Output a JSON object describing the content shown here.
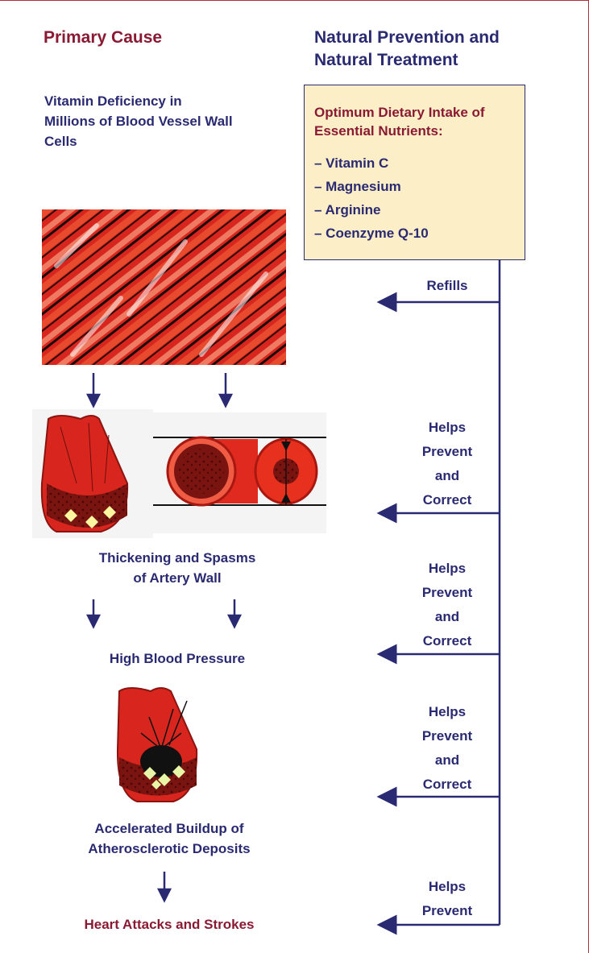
{
  "headers": {
    "left": "Primary Cause",
    "right_line1": "Natural Prevention and",
    "right_line2": "Natural Treatment"
  },
  "primary": {
    "line1": "Vitamin Deficiency in",
    "line2": "Millions of Blood Vessel Wall",
    "line3": "Cells"
  },
  "nutrient_box": {
    "title_line1": "Optimum Dietary Intake of",
    "title_line2": "Essential Nutrients:",
    "items": [
      "– Vitamin C",
      "– Magnesium",
      "– Arginine",
      "– Coenzyme Q-10"
    ]
  },
  "stages": {
    "thickening_line1": "Thickening and Spasms",
    "thickening_line2": "of Artery Wall",
    "high_bp": "High Blood Pressure",
    "buildup_line1": "Accelerated Buildup of",
    "buildup_line2": "Atherosclerotic Deposits",
    "final": "Heart Attacks and Strokes"
  },
  "actions": {
    "refills": "Refills",
    "a1": [
      "Helps",
      "Prevent",
      "and",
      "Correct"
    ],
    "a2": [
      "Helps",
      "Prevent",
      "and",
      "Correct"
    ],
    "a3": [
      "Helps",
      "Prevent",
      "and",
      "Correct"
    ],
    "a4": [
      "Helps",
      "Prevent"
    ]
  },
  "colors": {
    "heading_red": "#8a1a33",
    "heading_blue": "#2a2a72",
    "box_fill": "#fcefc8",
    "artery_red": "#d8261e"
  }
}
